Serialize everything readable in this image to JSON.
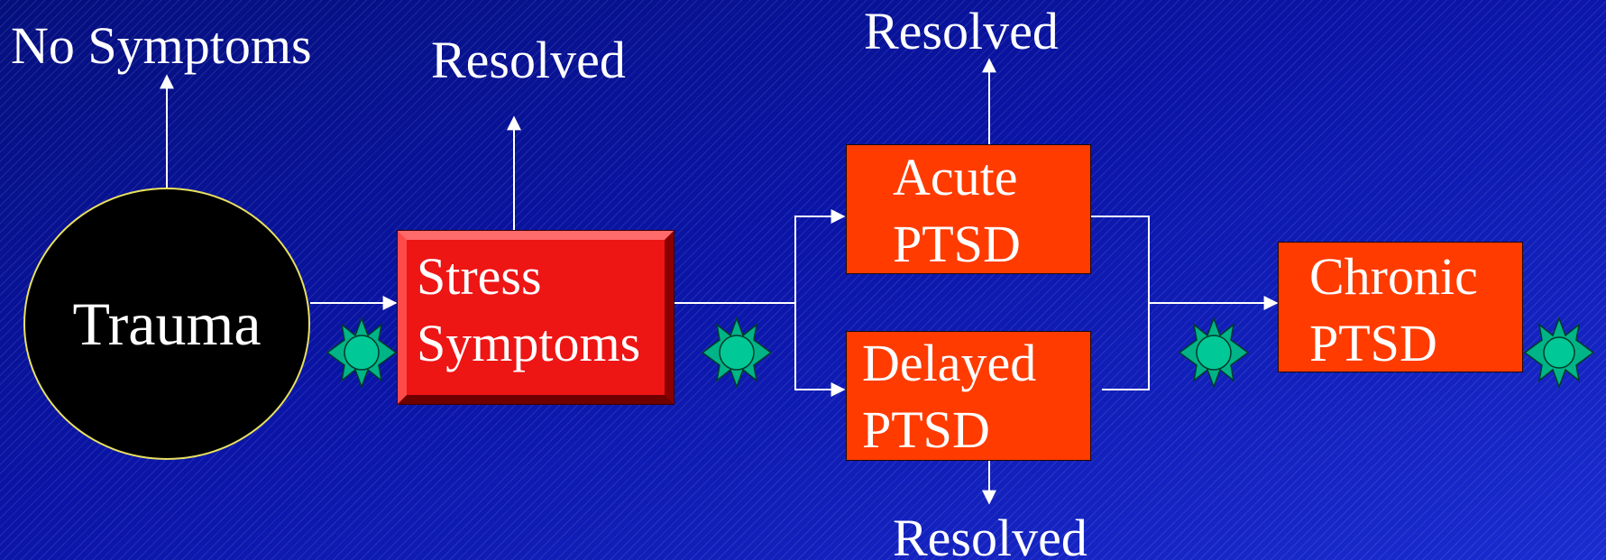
{
  "diagram": {
    "trauma": "Trauma",
    "no_symptoms": "No Symptoms",
    "stress_symptoms": [
      "Stress",
      "Symptoms"
    ],
    "acute_ptsd": [
      "Acute",
      "PTSD"
    ],
    "delayed_ptsd": [
      "Delayed",
      "PTSD"
    ],
    "chronic_ptsd": [
      "Chronic",
      "PTSD"
    ],
    "resolved_after_stress": "Resolved",
    "resolved_after_acute": "Resolved",
    "resolved_after_delayed": "Resolved"
  },
  "colors": {
    "background": "#0a12a8",
    "trauma_fill": "#000000",
    "trauma_outline": "#e8e060",
    "stress_box": "#ee1515",
    "ptsd_box": "#ff3b00",
    "star_fill": "#00c896",
    "star_outline": "#003a2a",
    "arrow": "#ffffff"
  },
  "icons": [
    "starburst-icon"
  ]
}
